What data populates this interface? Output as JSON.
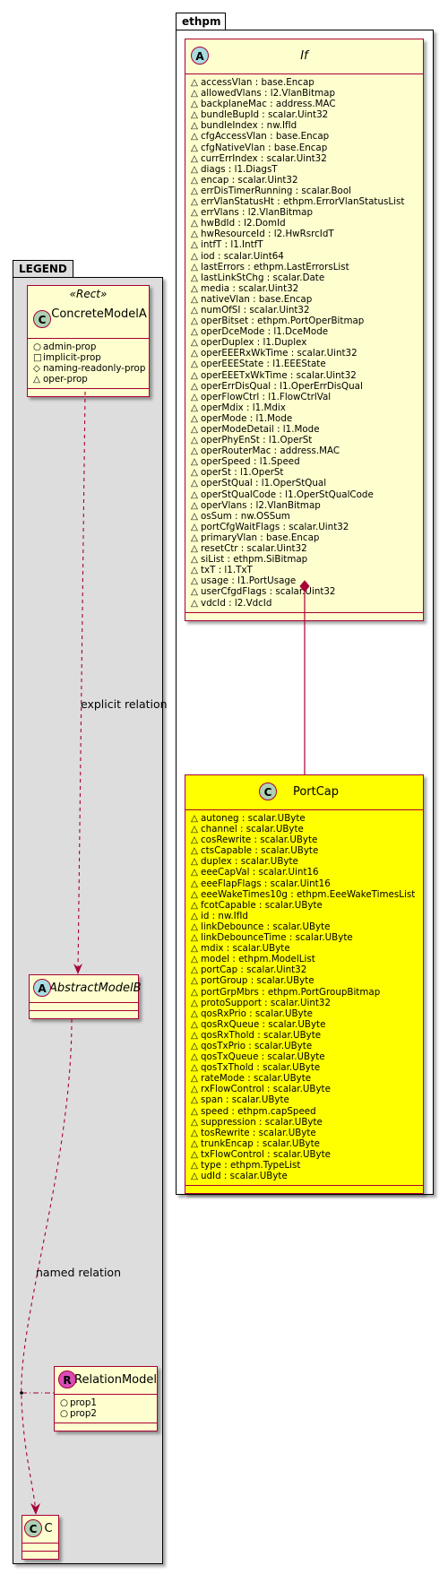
{
  "packages": {
    "ethpm": "ethpm",
    "legend": "LEGEND"
  },
  "colors": {
    "class_fill": "#FEFECE",
    "class_border": "#A80036",
    "portcap_fill": "#FFFF00",
    "legend_fill": "#DDDDDD",
    "badge_c": "#ADD1B2",
    "badge_a": "#A9DCDF",
    "badge_r": "#D94DB8"
  },
  "classes": {
    "If": {
      "badge": "A",
      "name": "If",
      "attrs": [
        {
          "vis": "△",
          "text": "accessVlan : base.Encap"
        },
        {
          "vis": "△",
          "text": "allowedVlans : l2.VlanBitmap"
        },
        {
          "vis": "△",
          "text": "backplaneMac : address.MAC"
        },
        {
          "vis": "△",
          "text": "bundleBupId : scalar.Uint32"
        },
        {
          "vis": "△",
          "text": "bundleIndex : nw.IfId"
        },
        {
          "vis": "△",
          "text": "cfgAccessVlan : base.Encap"
        },
        {
          "vis": "△",
          "text": "cfgNativeVlan : base.Encap"
        },
        {
          "vis": "△",
          "text": "currErrIndex : scalar.Uint32"
        },
        {
          "vis": "△",
          "text": "diags : l1.DiagsT"
        },
        {
          "vis": "△",
          "text": "encap : scalar.Uint32"
        },
        {
          "vis": "△",
          "text": "errDisTimerRunning : scalar.Bool"
        },
        {
          "vis": "△",
          "text": "errVlanStatusHt : ethpm.ErrorVlanStatusList"
        },
        {
          "vis": "△",
          "text": "errVlans : l2.VlanBitmap"
        },
        {
          "vis": "△",
          "text": "hwBdId : l2.DomId"
        },
        {
          "vis": "△",
          "text": "hwResourceId : l2.HwRsrcIdT"
        },
        {
          "vis": "△",
          "text": "intfT : l1.IntfT"
        },
        {
          "vis": "△",
          "text": "iod : scalar.Uint64"
        },
        {
          "vis": "△",
          "text": "lastErrors : ethpm.LastErrorsList"
        },
        {
          "vis": "△",
          "text": "lastLinkStChg : scalar.Date"
        },
        {
          "vis": "△",
          "text": "media : scalar.Uint32"
        },
        {
          "vis": "△",
          "text": "nativeVlan : base.Encap"
        },
        {
          "vis": "△",
          "text": "numOfSI : scalar.Uint32"
        },
        {
          "vis": "△",
          "text": "operBitset : ethpm.PortOperBitmap"
        },
        {
          "vis": "△",
          "text": "operDceMode : l1.DceMode"
        },
        {
          "vis": "△",
          "text": "operDuplex : l1.Duplex"
        },
        {
          "vis": "△",
          "text": "operEEERxWkTime : scalar.Uint32"
        },
        {
          "vis": "△",
          "text": "operEEEState : l1.EEEState"
        },
        {
          "vis": "△",
          "text": "operEEETxWkTime : scalar.Uint32"
        },
        {
          "vis": "△",
          "text": "operErrDisQual : l1.OperErrDisQual"
        },
        {
          "vis": "△",
          "text": "operFlowCtrl : l1.FlowCtrlVal"
        },
        {
          "vis": "△",
          "text": "operMdix : l1.Mdix"
        },
        {
          "vis": "△",
          "text": "operMode : l1.Mode"
        },
        {
          "vis": "△",
          "text": "operModeDetail : l1.Mode"
        },
        {
          "vis": "△",
          "text": "operPhyEnSt : l1.OperSt"
        },
        {
          "vis": "△",
          "text": "operRouterMac : address.MAC"
        },
        {
          "vis": "△",
          "text": "operSpeed : l1.Speed"
        },
        {
          "vis": "△",
          "text": "operSt : l1.OperSt"
        },
        {
          "vis": "△",
          "text": "operStQual : l1.OperStQual"
        },
        {
          "vis": "△",
          "text": "operStQualCode : l1.OperStQualCode"
        },
        {
          "vis": "△",
          "text": "operVlans : l2.VlanBitmap"
        },
        {
          "vis": "△",
          "text": "osSum : nw.OSSum"
        },
        {
          "vis": "△",
          "text": "portCfgWaitFlags : scalar.Uint32"
        },
        {
          "vis": "△",
          "text": "primaryVlan : base.Encap"
        },
        {
          "vis": "△",
          "text": "resetCtr : scalar.Uint32"
        },
        {
          "vis": "△",
          "text": "siList : ethpm.SiBitmap"
        },
        {
          "vis": "△",
          "text": "txT : l1.TxT"
        },
        {
          "vis": "△",
          "text": "usage : l1.PortUsage"
        },
        {
          "vis": "△",
          "text": "userCfgdFlags : scalar.Uint32"
        },
        {
          "vis": "△",
          "text": "vdcId : l2.VdcId"
        }
      ]
    },
    "PortCap": {
      "badge": "C",
      "name": "PortCap",
      "attrs": [
        {
          "vis": "△",
          "text": "autoneg : scalar.UByte"
        },
        {
          "vis": "△",
          "text": "channel : scalar.UByte"
        },
        {
          "vis": "△",
          "text": "cosRewrite : scalar.UByte"
        },
        {
          "vis": "△",
          "text": "ctsCapable : scalar.UByte"
        },
        {
          "vis": "△",
          "text": "duplex : scalar.UByte"
        },
        {
          "vis": "△",
          "text": "eeeCapVal : scalar.Uint16"
        },
        {
          "vis": "△",
          "text": "eeeFlapFlags : scalar.Uint16"
        },
        {
          "vis": "△",
          "text": "eeeWakeTimes10g : ethpm.EeeWakeTimesList"
        },
        {
          "vis": "△",
          "text": "fcotCapable : scalar.UByte"
        },
        {
          "vis": "△",
          "text": "id : nw.IfId"
        },
        {
          "vis": "△",
          "text": "linkDebounce : scalar.UByte"
        },
        {
          "vis": "△",
          "text": "linkDebounceTime : scalar.UByte"
        },
        {
          "vis": "△",
          "text": "mdix : scalar.UByte"
        },
        {
          "vis": "△",
          "text": "model : ethpm.ModelList"
        },
        {
          "vis": "△",
          "text": "portCap : scalar.Uint32"
        },
        {
          "vis": "△",
          "text": "portGroup : scalar.UByte"
        },
        {
          "vis": "△",
          "text": "portGrpMbrs : ethpm.PortGroupBitmap"
        },
        {
          "vis": "△",
          "text": "protoSupport : scalar.Uint32"
        },
        {
          "vis": "△",
          "text": "qosRxPrio : scalar.UByte"
        },
        {
          "vis": "△",
          "text": "qosRxQueue : scalar.UByte"
        },
        {
          "vis": "△",
          "text": "qosRxThold : scalar.UByte"
        },
        {
          "vis": "△",
          "text": "qosTxPrio : scalar.UByte"
        },
        {
          "vis": "△",
          "text": "qosTxQueue : scalar.UByte"
        },
        {
          "vis": "△",
          "text": "qosTxThold : scalar.UByte"
        },
        {
          "vis": "△",
          "text": "rateMode : scalar.UByte"
        },
        {
          "vis": "△",
          "text": "rxFlowControl : scalar.UByte"
        },
        {
          "vis": "△",
          "text": "span : scalar.UByte"
        },
        {
          "vis": "△",
          "text": "speed : ethpm.capSpeed"
        },
        {
          "vis": "△",
          "text": "suppression : scalar.UByte"
        },
        {
          "vis": "△",
          "text": "tosRewrite : scalar.UByte"
        },
        {
          "vis": "△",
          "text": "trunkEncap : scalar.UByte"
        },
        {
          "vis": "△",
          "text": "txFlowControl : scalar.UByte"
        },
        {
          "vis": "△",
          "text": "type : ethpm.TypeList"
        },
        {
          "vis": "△",
          "text": "udId : scalar.UByte"
        }
      ]
    },
    "ConcreteModelA": {
      "badge": "C",
      "name": "ConcreteModelA",
      "stereotype": "«Rect»",
      "attrs": [
        {
          "vis": "○",
          "text": "admin-prop"
        },
        {
          "vis": "□",
          "text": "implicit-prop"
        },
        {
          "vis": "◇",
          "text": "naming-readonly-prop"
        },
        {
          "vis": "△",
          "text": "oper-prop"
        }
      ]
    },
    "AbstractModelB": {
      "badge": "A",
      "name": "AbstractModelB"
    },
    "RelationModel": {
      "badge": "R",
      "name": "RelationModel",
      "attrs": [
        {
          "vis": "○",
          "text": "prop1"
        },
        {
          "vis": "○",
          "text": "prop2"
        }
      ]
    },
    "C": {
      "badge": "C",
      "name": "C"
    }
  },
  "relations": {
    "explicit": "explicit relation",
    "named": "named relation"
  }
}
